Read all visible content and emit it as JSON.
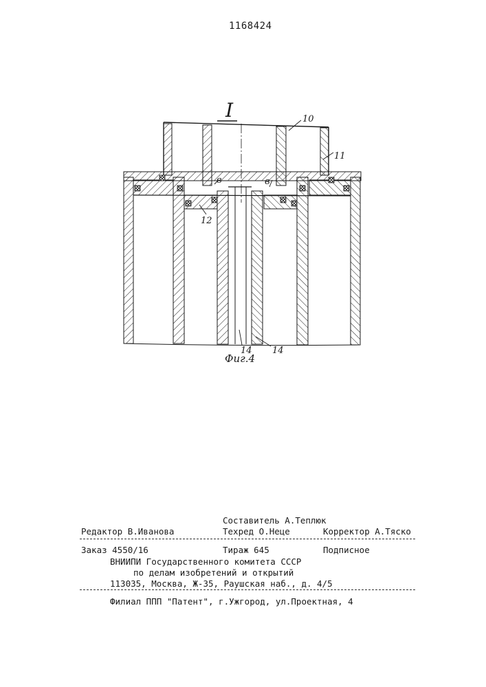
{
  "header": {
    "patent_number": "1168424"
  },
  "figure": {
    "section_mark": "I",
    "caption": "Фиг.4",
    "labels": {
      "l10": "10",
      "l11": "11",
      "l12": "12",
      "lb_left": "в",
      "lb_right": "в",
      "l14_left": "14",
      "l14_right": "14"
    }
  },
  "imprint": {
    "compiler": "Составитель А.Теплюк",
    "editor": "Редактор В.Иванова",
    "techred": "Техред О.Неце",
    "corrector": "Корректор  А.Тяско",
    "order": "Заказ 4550/16",
    "circulation": "Тираж 645",
    "subscription": "Подписное",
    "org_line1": "ВНИИПИ Государственного комитета СССР",
    "org_line2": "по делам изобретений и открытий",
    "org_line3": "113035, Москва, Ж-35, Раушская наб., д. 4/5",
    "branch": "Филиал ППП \"Патент\", г.Ужгород, ул.Проектная, 4"
  }
}
